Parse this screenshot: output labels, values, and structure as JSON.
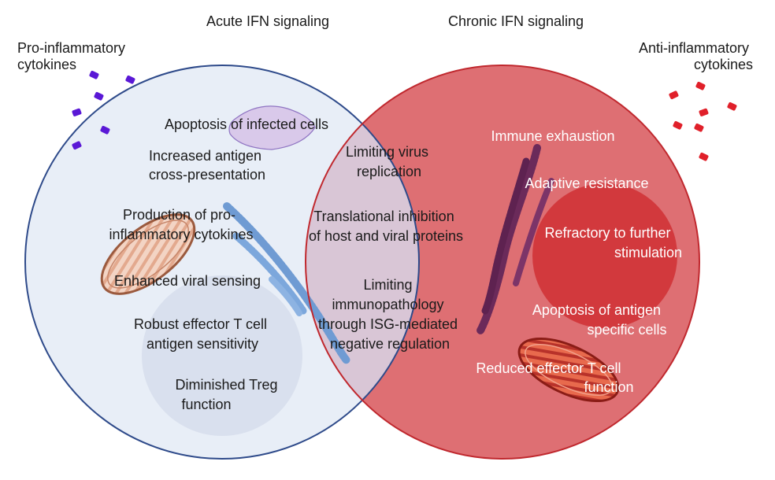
{
  "titles": {
    "acute": "Acute IFN signaling",
    "chronic": "Chronic IFN signaling"
  },
  "side_labels": {
    "pro": [
      "Pro-inflammatory",
      "cytokines"
    ],
    "anti": [
      "Anti-inflammatory",
      "cytokines"
    ]
  },
  "acute_effects": {
    "apoptosis": "Apoptosis of infected cells",
    "antigen": [
      "Increased antigen",
      "cross-presentation"
    ],
    "cytokines": [
      "Production of pro-",
      "inflammatory cytokines"
    ],
    "sensing": "Enhanced viral sensing",
    "effector": [
      "Robust effector T cell",
      "antigen sensitivity"
    ],
    "treg": [
      "Diminished Treg",
      "function"
    ]
  },
  "shared_effects": {
    "virus": [
      "Limiting virus",
      "replication"
    ],
    "translation": [
      "Translational inhibition",
      "of host and viral proteins"
    ],
    "immuno": [
      "Limiting",
      "immunopathology",
      "through ISG-mediated",
      "negative regulation"
    ]
  },
  "chronic_effects": {
    "exhaustion": "Immune exhaustion",
    "resistance": "Adaptive resistance",
    "refractory": [
      "Refractory to further",
      "stimulation"
    ],
    "apoptosis": [
      "Apoptosis of antigen",
      "specific cells"
    ],
    "reduced": [
      "Reduced effector T cell",
      "function"
    ]
  },
  "colors": {
    "acute_fill": "#e8eef7",
    "acute_stroke": "#2e4a8a",
    "chronic_fill": "#de6f73",
    "chronic_stroke": "#c0282e",
    "overlap_fill": "#d9c6d6",
    "pro_cytokine": "#5a18d6",
    "anti_cytokine": "#e0202a"
  }
}
